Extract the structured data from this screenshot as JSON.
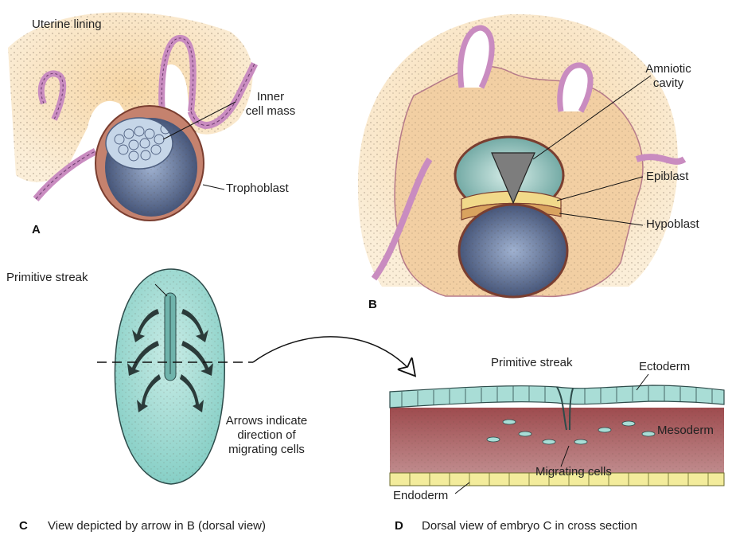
{
  "panels": {
    "a": {
      "letter": "A",
      "labels": {
        "uterine_lining": "Uterine lining",
        "inner_cell_mass_1": "Inner",
        "inner_cell_mass_2": "cell mass",
        "trophoblast": "Trophoblast"
      }
    },
    "b": {
      "letter": "B",
      "labels": {
        "amniotic_1": "Amniotic",
        "amniotic_2": "cavity",
        "epiblast": "Epiblast",
        "hypoblast": "Hypoblast"
      }
    },
    "c": {
      "letter": "C",
      "caption": "View depicted by arrow in B (dorsal view)",
      "labels": {
        "primitive_streak": "Primitive streak",
        "arrows_1": "Arrows indicate",
        "arrows_2": "direction of",
        "arrows_3": "migrating cells"
      }
    },
    "d": {
      "letter": "D",
      "caption": "Dorsal view of embryo C in cross section",
      "labels": {
        "primitive_streak": "Primitive streak",
        "ectoderm": "Ectoderm",
        "mesoderm": "Mesoderm",
        "endoderm": "Endoderm",
        "migrating_cells": "Migrating cells"
      }
    }
  },
  "colors": {
    "tissue": "#f6dcb2",
    "membrane": "#c98cc0",
    "cavity": "#7f92b6",
    "inner_cell": "#c6d6e8",
    "embryo": "#a9ddd6",
    "mesoderm": "#a8585a",
    "epiblast_yellow": "#f1d98a",
    "endoderm": "#f3ec9c"
  }
}
